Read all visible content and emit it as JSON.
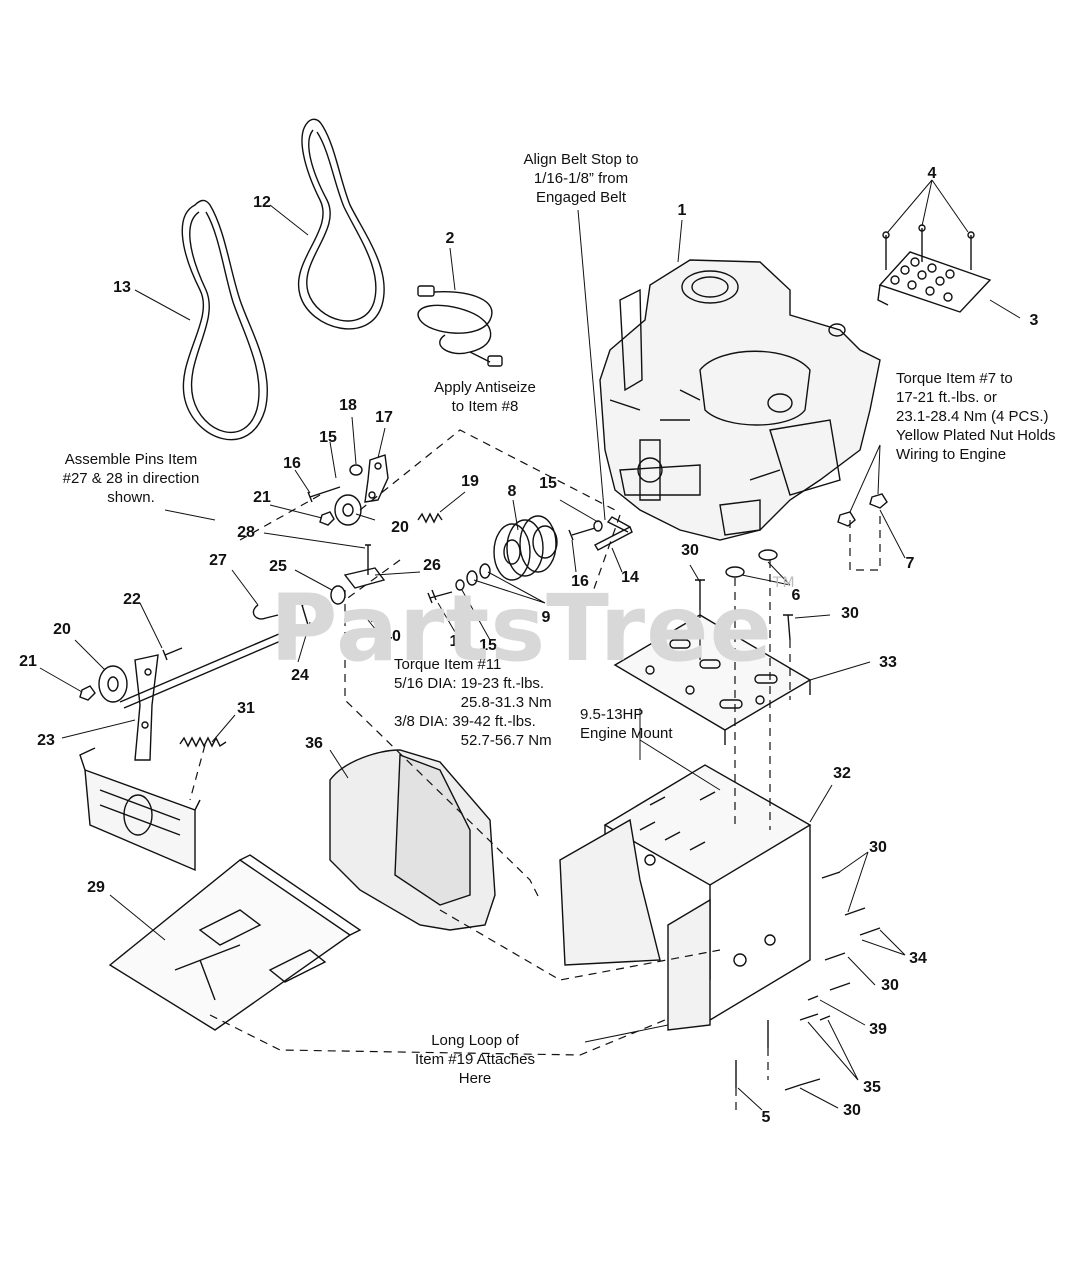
{
  "watermark": "PartsTree",
  "watermark_mark": "TM",
  "notes": {
    "align_belt_stop": "Align Belt Stop to\n1/16-1/8” from\nEngaged Belt",
    "apply_antiseize": "Apply Antiseize\nto Item #8",
    "assemble_pins": "Assemble Pins Item\n#27 & 28 in direction\nshown.",
    "torque_item_7": "Torque Item #7 to\n17-21 ft.-lbs. or\n23.1-28.4 Nm (4 PCS.)\nYellow Plated Nut Holds\nWiring to Engine",
    "torque_item_11": "Torque Item #11\n5/16 DIA: 19-23 ft.-lbs.\n                25.8-31.3 Nm\n3/8 DIA: 39-42 ft.-lbs.\n                52.7-56.7 Nm",
    "engine_mount": "9.5-13HP\nEngine Mount",
    "long_loop": "Long Loop of\nItem #19 Attaches\nHere"
  },
  "callouts": {
    "c1": "1",
    "c2": "2",
    "c3": "3",
    "c4": "4",
    "c5": "5",
    "c6": "6",
    "c7": "7",
    "c8": "8",
    "c9": "9",
    "c11": "11",
    "c12": "12",
    "c13": "13",
    "c14": "14",
    "c15a": "15",
    "c15b": "15",
    "c15c": "15",
    "c16a": "16",
    "c16b": "16",
    "c17": "17",
    "c18": "18",
    "c19": "19",
    "c20a": "20",
    "c20b": "20",
    "c21a": "21",
    "c21b": "21",
    "c22": "22",
    "c23": "23",
    "c24": "24",
    "c25": "25",
    "c26": "26",
    "c27": "27",
    "c28": "28",
    "c29": "29",
    "c30a": "30",
    "c30b": "30",
    "c30c": "30",
    "c30d": "30",
    "c30e": "30",
    "c31": "31",
    "c32": "32",
    "c33": "33",
    "c34": "34",
    "c35": "35",
    "c36": "36",
    "c39": "39",
    "c40": "40"
  }
}
